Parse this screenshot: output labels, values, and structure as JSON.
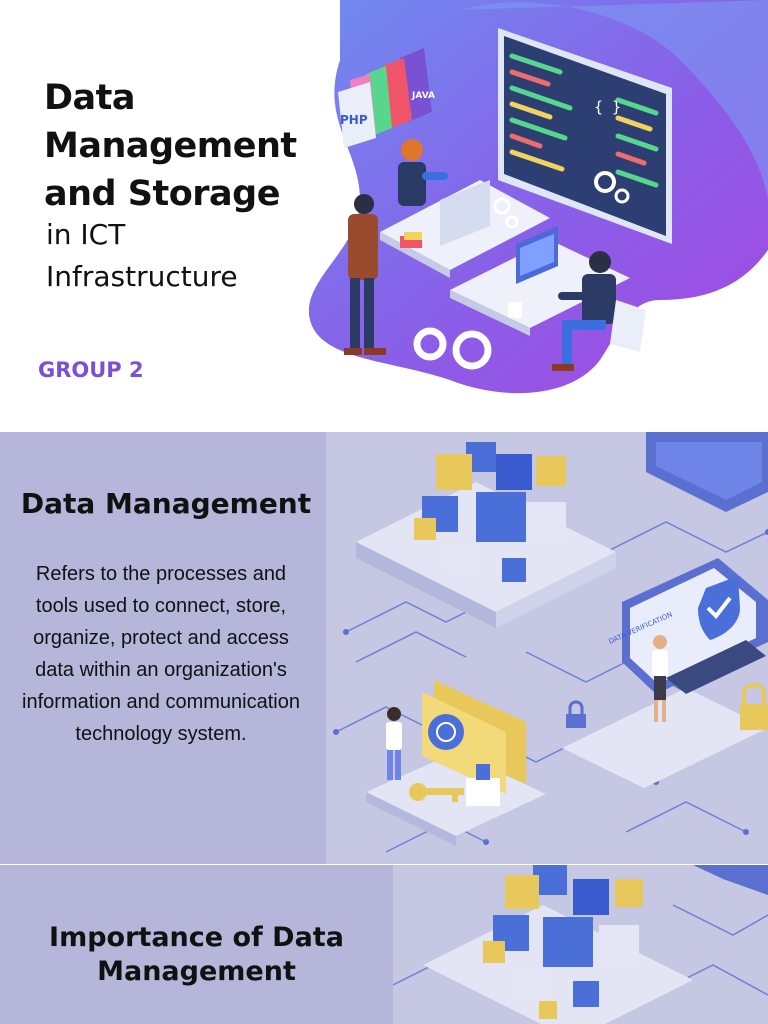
{
  "slides": [
    {
      "title_lines": [
        "Data",
        "Management",
        "and Storage"
      ],
      "subtitle_lines": [
        "in ICT",
        "Infrastructure"
      ],
      "group_label": "GROUP 2",
      "illustration": {
        "badges": [
          "PHP",
          "JAVA"
        ],
        "code_window_label": "{ }"
      }
    },
    {
      "heading": "Data Management",
      "body": "Refers to the processes and tools used to connect, store, organize, protect and access data within an organization's information and communication technology system.",
      "illustration": {
        "badge_text": "DATA VERIFICATION"
      }
    },
    {
      "heading_lines": [
        "Importance of Data",
        "Management"
      ]
    }
  ],
  "colors": {
    "accent_purple": "#7b4fd6",
    "panel_lavender": "#b5b6da",
    "slide_lavender": "#c6c7e3",
    "illustration_blue": "#4a6fd8",
    "illustration_gold": "#e8c85a"
  }
}
